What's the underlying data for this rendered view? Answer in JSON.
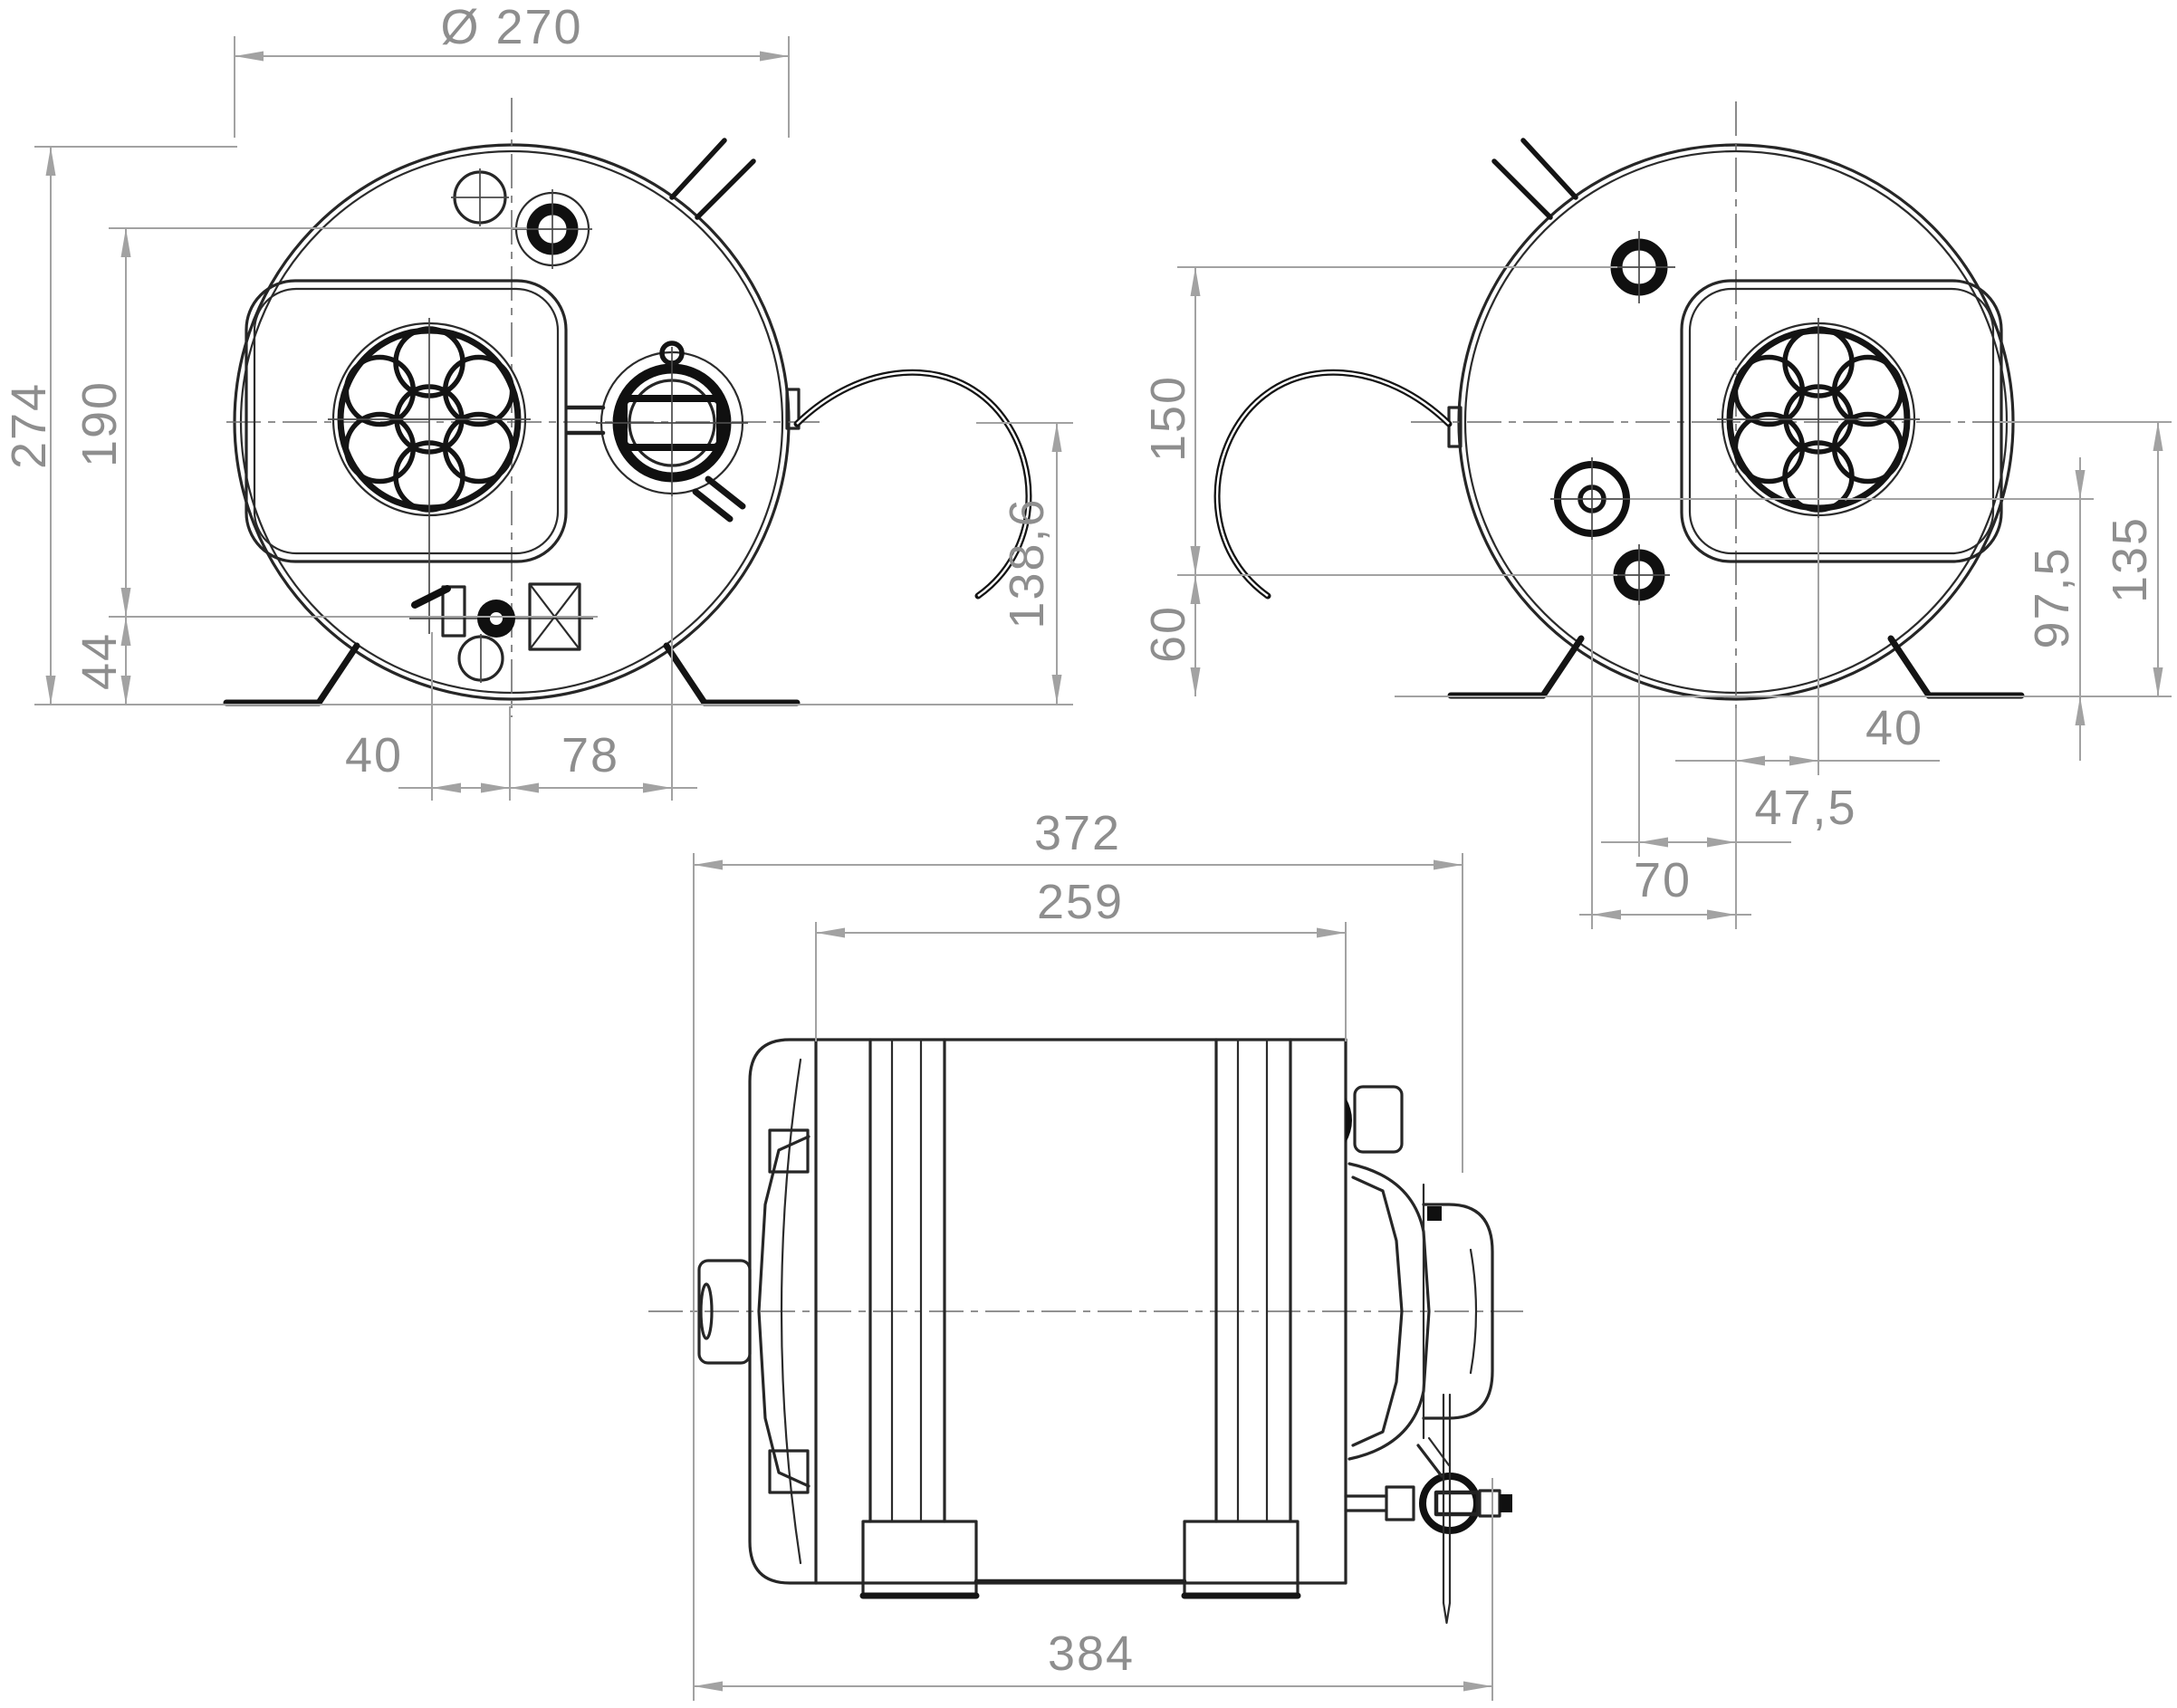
{
  "drawing": {
    "front_view": {
      "diameter_label": "Ø 270",
      "overall_height": "274",
      "upper_port_height": "190",
      "drain_height": "44",
      "drain_offset": "40",
      "element_offset": "78",
      "cable_height": "138,6"
    },
    "rear_view": {
      "top_hole_spacing": "150",
      "lower_hole_spacing": "60",
      "valve_height": "97,5",
      "center_height": "135",
      "wheel_offset": "40",
      "hole_offset": "47,5",
      "valve_offset": "70"
    },
    "side_view": {
      "length_with_cover": "372",
      "shell_length": "259",
      "overall_length": "384"
    },
    "colors": {
      "object_line": "#262626",
      "dimension_line": "#a2a2a2",
      "dimension_text": "#8e8e8e",
      "background": "#ffffff"
    }
  }
}
